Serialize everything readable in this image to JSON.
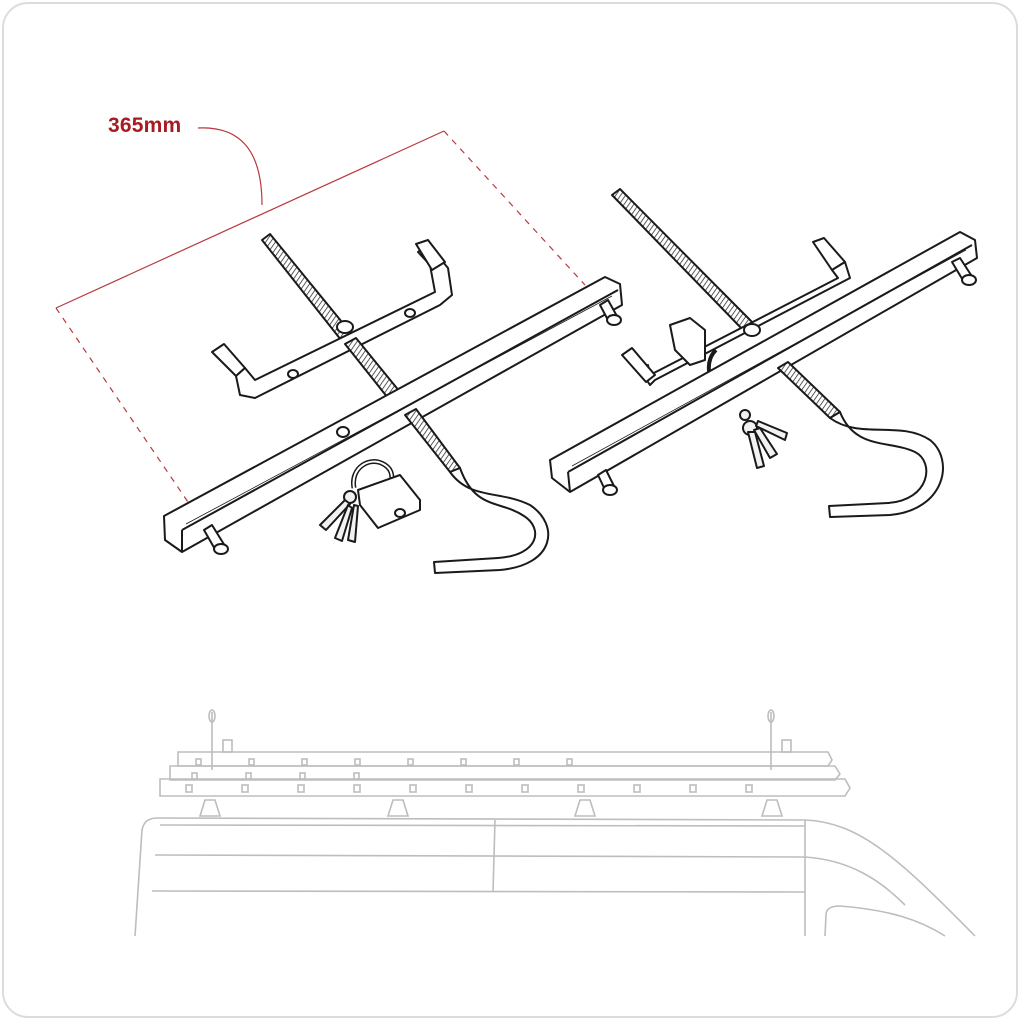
{
  "illustration": {
    "subject": "Ladder roof rack clamps with padlock and keys, mounted on van roof rack",
    "dimension": {
      "label": "365mm",
      "color": "#a61c22"
    },
    "colors": {
      "line": "#1a1a1a",
      "van_line": "#bdbdbd",
      "frame_border": "#dcdcdc",
      "background": "#ffffff"
    },
    "parts": [
      {
        "name": "ladder clamp (left)",
        "items": [
          "square bar",
          "threaded rod",
          "J-hook",
          "U-bracket",
          "padlock",
          "keys"
        ]
      },
      {
        "name": "ladder clamp (right)",
        "items": [
          "square bar",
          "threaded rod",
          "J-hook",
          "U-bracket",
          "keys"
        ]
      },
      {
        "name": "van roof rack",
        "items": [
          "ladder",
          "clamps",
          "rack feet",
          "van roof outline"
        ]
      }
    ]
  }
}
